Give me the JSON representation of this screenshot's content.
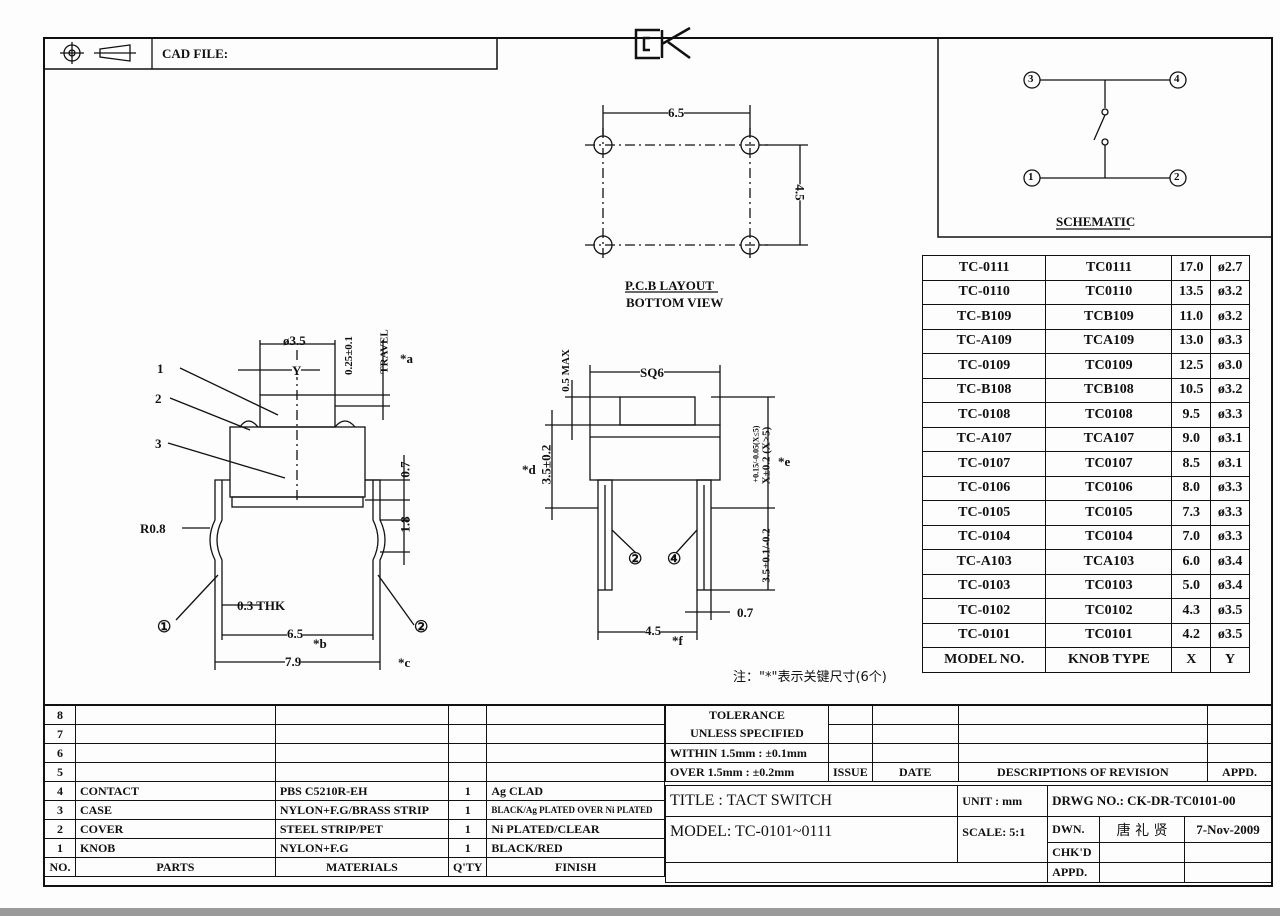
{
  "header": {
    "cad_file_label": "CAD FILE:",
    "logo": "CK"
  },
  "schematic": {
    "title": "SCHEMATIC",
    "pins": [
      "3",
      "4",
      "1",
      "2"
    ]
  },
  "pcb": {
    "title": "P.C.B LAYOUT",
    "subtitle": "BOTTOM VIEW",
    "dim_width": "6.5",
    "dim_height": "4.5"
  },
  "side_view": {
    "dia": "ø3.5",
    "y": "Y",
    "travel": "0.25±0.1",
    "travel_label": "TRAVEL",
    "star_a": "*a",
    "callouts": [
      "1",
      "2",
      "3"
    ],
    "r": "R0.8",
    "d07": "0.7",
    "d18": "1.8",
    "thk": "0.3 THK",
    "d65": "6.5",
    "star_b": "*b",
    "d79": "7.9",
    "star_c": "*c",
    "pin1": "①",
    "pin2": "②"
  },
  "front_view": {
    "max": "0.5 MAX",
    "sq": "SQ6",
    "d35": "3.5±0.2",
    "star_d": "*d",
    "x_tol1": "+0.15/-0.05(X≤5)",
    "x_tol2": "X±0.2 (X>5)",
    "star_e": "*e",
    "pin2": "②",
    "pin4": "④",
    "lead": "3.5+0.1/-0.2",
    "d07": "0.7",
    "d45": "4.5",
    "star_f": "*f"
  },
  "note": "注：\"*\"表示关键尺寸(6个)",
  "model_table": {
    "rows": [
      [
        "TC-0111",
        "TC0111",
        "17.0",
        "ø2.7"
      ],
      [
        "TC-0110",
        "TC0110",
        "13.5",
        "ø3.2"
      ],
      [
        "TC-B109",
        "TCB109",
        "11.0",
        "ø3.2"
      ],
      [
        "TC-A109",
        "TCA109",
        "13.0",
        "ø3.3"
      ],
      [
        "TC-0109",
        "TC0109",
        "12.5",
        "ø3.0"
      ],
      [
        "TC-B108",
        "TCB108",
        "10.5",
        "ø3.2"
      ],
      [
        "TC-0108",
        "TC0108",
        "9.5",
        "ø3.3"
      ],
      [
        "TC-A107",
        "TCA107",
        "9.0",
        "ø3.1"
      ],
      [
        "TC-0107",
        "TC0107",
        "8.5",
        "ø3.1"
      ],
      [
        "TC-0106",
        "TC0106",
        "8.0",
        "ø3.3"
      ],
      [
        "TC-0105",
        "TC0105",
        "7.3",
        "ø3.3"
      ],
      [
        "TC-0104",
        "TC0104",
        "7.0",
        "ø3.3"
      ],
      [
        "TC-A103",
        "TCA103",
        "6.0",
        "ø3.4"
      ],
      [
        "TC-0103",
        "TC0103",
        "5.0",
        "ø3.4"
      ],
      [
        "TC-0102",
        "TC0102",
        "4.3",
        "ø3.5"
      ],
      [
        "TC-0101",
        "TC0101",
        "4.2",
        "ø3.5"
      ]
    ],
    "headers": [
      "MODEL NO.",
      "KNOB TYPE",
      "X",
      "Y"
    ]
  },
  "bom": {
    "rows": [
      [
        "8",
        "",
        "",
        "",
        ""
      ],
      [
        "7",
        "",
        "",
        "",
        ""
      ],
      [
        "6",
        "",
        "",
        "",
        ""
      ],
      [
        "5",
        "",
        "",
        "",
        ""
      ],
      [
        "4",
        "CONTACT",
        "PBS C5210R-EH",
        "1",
        "Ag CLAD"
      ],
      [
        "3",
        "CASE",
        "NYLON+F.G/BRASS STRIP",
        "1",
        "BLACK/Ag PLATED OVER Ni PLATED"
      ],
      [
        "2",
        "COVER",
        "STEEL STRIP/PET",
        "1",
        "Ni PLATED/CLEAR"
      ],
      [
        "1",
        "KNOB",
        "NYLON+F.G",
        "1",
        "BLACK/RED"
      ]
    ],
    "headers": [
      "NO.",
      "PARTS",
      "MATERIALS",
      "Q'TY",
      "FINISH"
    ]
  },
  "title_block": {
    "tolerance1": "TOLERANCE",
    "tolerance2": "UNLESS  SPECIFIED",
    "within": "WITHIN 1.5mm : ±0.1mm",
    "over": "OVER 1.5mm : ±0.2mm",
    "issue": "ISSUE",
    "date": "DATE",
    "descriptions": "DESCRIPTIONS OF REVISION",
    "appd": "APPD.",
    "title": "TITLE : TACT SWITCH",
    "unit": "UNIT : mm",
    "drwg_no": "DRWG NO.:  CK-DR-TC0101-00",
    "model": "MODEL: TC-0101~0111",
    "scale": "SCALE: 5:1",
    "dwn": "DWN.",
    "drawn_by": "唐 礼 贤",
    "drawn_date": "7-Nov-2009",
    "chkd": "CHK'D",
    "appd2": "APPD."
  }
}
